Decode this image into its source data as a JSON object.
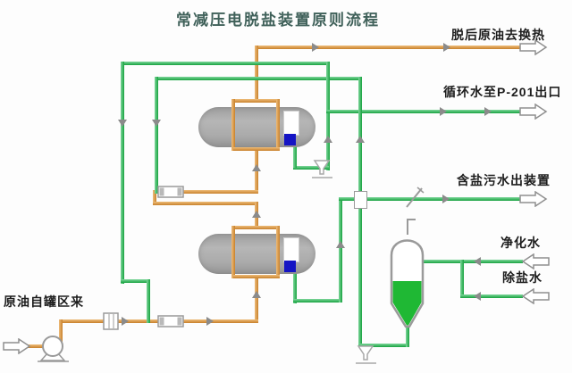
{
  "title": {
    "text": "常减压电脱盐装置原则流程"
  },
  "labels": {
    "crude_out": "脱后原油去换热",
    "circ_water": "循环水至P-201出口",
    "salty_water": "含盐污水出装置",
    "purified_water": "净化水",
    "desalted_water": "除盐水",
    "crude_in": "原油自罐区来"
  },
  "streams": [
    {
      "name": "crude-out",
      "label": "脱后原油去换热",
      "direction": "out-right",
      "line_color": "orange"
    },
    {
      "name": "circulating-water-out",
      "label": "循环水至P-201出口",
      "direction": "out-right",
      "line_color": "green"
    },
    {
      "name": "salty-wastewater-out",
      "label": "含盐污水出装置",
      "direction": "out-right",
      "line_color": "green"
    },
    {
      "name": "purified-water-in",
      "label": "净化水",
      "direction": "in-left",
      "line_color": "green"
    },
    {
      "name": "desalted-water-in",
      "label": "除盐水",
      "direction": "in-left",
      "line_color": "green"
    },
    {
      "name": "crude-in",
      "label": "原油自罐区来",
      "direction": "in-right",
      "line_color": "orange"
    }
  ],
  "colors": {
    "crude_line": "#d8953c",
    "water_line": "#2fae4e",
    "vessel_gray": "#aaaaaa",
    "interface_blue": "#1414c4",
    "drum_liquid_green": "#1fb834",
    "title_color": "#40615a",
    "label_color": "#1d1d1d"
  }
}
